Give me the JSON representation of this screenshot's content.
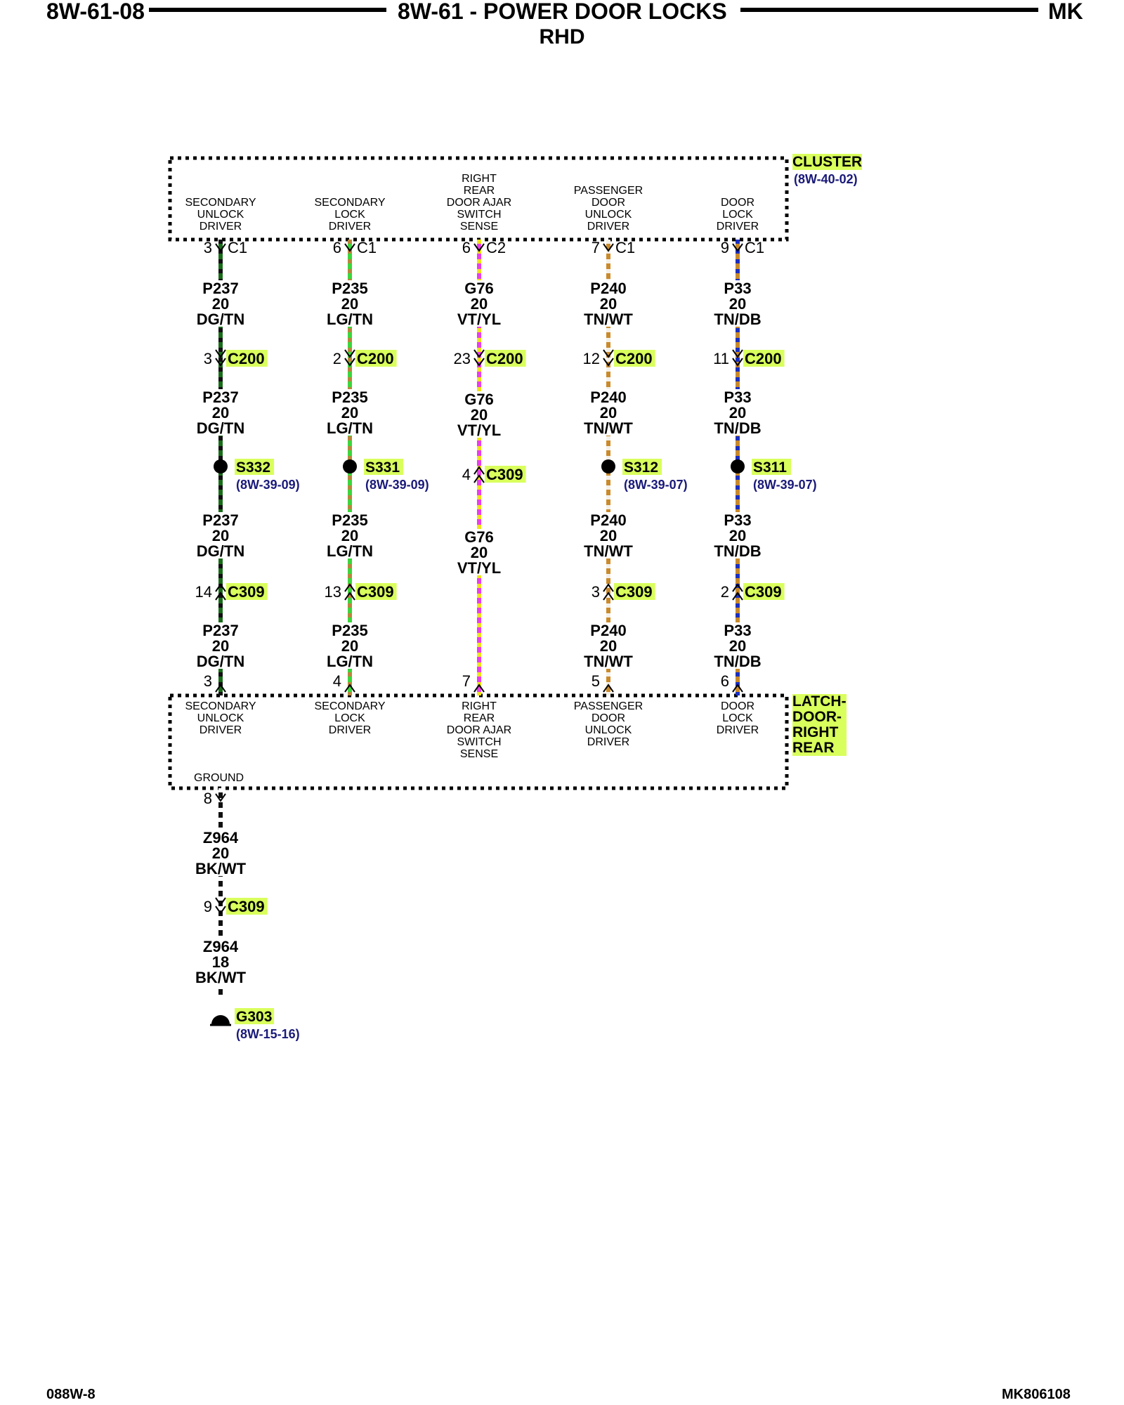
{
  "header": {
    "left": "8W-61-08",
    "center": "8W-61 - POWER DOOR LOCKS",
    "right": "MK",
    "sub": "RHD"
  },
  "footer": {
    "left": "088W-8",
    "right": "MK806108"
  },
  "colors": {
    "highlight": "#d9ff5c",
    "ref": "#1a1a7a"
  },
  "cluster": {
    "name": "CLUSTER",
    "ref": "(8W-40-02)"
  },
  "latch": {
    "name": [
      "LATCH-",
      "DOOR-",
      "RIGHT",
      "REAR"
    ],
    "ground_label": "GROUND"
  },
  "circuits": [
    {
      "top_label": [
        "SECONDARY",
        "UNLOCK",
        "DRIVER"
      ],
      "bottom_label": [
        "SECONDARY",
        "UNLOCK",
        "DRIVER"
      ],
      "wire_colors": [
        "#1a6b1a",
        "#111111"
      ],
      "top_conn": {
        "pin": "3",
        "name": "C1"
      },
      "c200": {
        "pin": "3",
        "name": "C200"
      },
      "splice": {
        "name": "S332",
        "ref": "(8W-39-09)"
      },
      "c309": {
        "pin": "14",
        "name": "C309"
      },
      "latch_pin": "3",
      "wires": [
        [
          "P237",
          "20",
          "DG/TN"
        ],
        [
          "P237",
          "20",
          "DG/TN"
        ],
        [
          "P237",
          "20",
          "DG/TN"
        ],
        [
          "P237",
          "20",
          "DG/TN"
        ]
      ]
    },
    {
      "top_label": [
        "SECONDARY",
        "LOCK",
        "DRIVER"
      ],
      "bottom_label": [
        "SECONDARY",
        "LOCK",
        "DRIVER"
      ],
      "wire_colors": [
        "#3cd63c",
        "#b8863b"
      ],
      "top_conn": {
        "pin": "6",
        "name": "C1"
      },
      "c200": {
        "pin": "2",
        "name": "C200"
      },
      "splice": {
        "name": "S331",
        "ref": "(8W-39-09)"
      },
      "c309": {
        "pin": "13",
        "name": "C309"
      },
      "latch_pin": "4",
      "wires": [
        [
          "P235",
          "20",
          "LG/TN"
        ],
        [
          "P235",
          "20",
          "LG/TN"
        ],
        [
          "P235",
          "20",
          "LG/TN"
        ],
        [
          "P235",
          "20",
          "LG/TN"
        ]
      ]
    },
    {
      "top_label": [
        "RIGHT",
        "REAR",
        "DOOR AJAR",
        "SWITCH",
        "SENSE"
      ],
      "bottom_label": [
        "RIGHT",
        "REAR",
        "DOOR AJAR",
        "SWITCH",
        "SENSE"
      ],
      "wire_colors": [
        "#e83ee8",
        "#f2e21a"
      ],
      "top_conn": {
        "pin": "6",
        "name": "C2"
      },
      "c200": {
        "pin": "23",
        "name": "C200"
      },
      "c309": {
        "pin": "4",
        "name": "C309"
      },
      "latch_pin": "7",
      "wires": [
        [
          "G76",
          "20",
          "VT/YL"
        ],
        [
          "G76",
          "20",
          "VT/YL"
        ],
        [
          "G76",
          "20",
          "VT/YL"
        ]
      ]
    },
    {
      "top_label": [
        "PASSENGER",
        "DOOR",
        "UNLOCK",
        "DRIVER"
      ],
      "bottom_label": [
        "PASSENGER",
        "DOOR",
        "UNLOCK",
        "DRIVER"
      ],
      "wire_colors": [
        "#c98a2c",
        "#f4f0e8"
      ],
      "top_conn": {
        "pin": "7",
        "name": "C1"
      },
      "c200": {
        "pin": "12",
        "name": "C200"
      },
      "splice": {
        "name": "S312",
        "ref": "(8W-39-07)"
      },
      "c309": {
        "pin": "3",
        "name": "C309"
      },
      "latch_pin": "5",
      "wires": [
        [
          "P240",
          "20",
          "TN/WT"
        ],
        [
          "P240",
          "20",
          "TN/WT"
        ],
        [
          "P240",
          "20",
          "TN/WT"
        ],
        [
          "P240",
          "20",
          "TN/WT"
        ]
      ]
    },
    {
      "top_label": [
        "DOOR",
        "LOCK",
        "DRIVER"
      ],
      "bottom_label": [
        "DOOR",
        "LOCK",
        "DRIVER"
      ],
      "wire_colors": [
        "#c98a2c",
        "#1a2fc0"
      ],
      "top_conn": {
        "pin": "9",
        "name": "C1"
      },
      "c200": {
        "pin": "11",
        "name": "C200"
      },
      "splice": {
        "name": "S311",
        "ref": "(8W-39-07)"
      },
      "c309": {
        "pin": "2",
        "name": "C309"
      },
      "latch_pin": "6",
      "wires": [
        [
          "P33",
          "20",
          "TN/DB"
        ],
        [
          "P33",
          "20",
          "TN/DB"
        ],
        [
          "P33",
          "20",
          "TN/DB"
        ],
        [
          "P33",
          "20",
          "TN/DB"
        ]
      ]
    }
  ],
  "ground": {
    "latch_pin": "8",
    "c309": {
      "pin": "9",
      "name": "C309"
    },
    "wires": [
      [
        "Z964",
        "20",
        "BK/WT"
      ],
      [
        "Z964",
        "18",
        "BK/WT"
      ]
    ],
    "wire_colors": [
      "#111111",
      "#ffffff"
    ],
    "ground_point": {
      "name": "G303",
      "ref": "(8W-15-16)"
    }
  }
}
